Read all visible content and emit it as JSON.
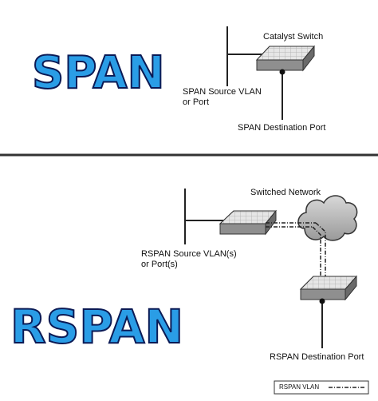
{
  "span": {
    "title": "SPAN",
    "switch_label": "Catalyst Switch",
    "source_label": "SPAN Source VLAN\nor Port",
    "dest_label": "SPAN Destination Port"
  },
  "rspan": {
    "title": "RSPAN",
    "network_label": "Switched Network",
    "source_label": "RSPAN Source VLAN(s)\nor Port(s)",
    "dest_label": "RSPAN Destination Port",
    "legend_label": "RSPAN VLAN"
  },
  "colors": {
    "title_fill": "#2a9de6",
    "title_stroke": "#0b1a55",
    "divider": "#333333",
    "switch_top": "#e4e4e4",
    "switch_side": "#8c8c8c",
    "cloud": "#bfbfbf"
  }
}
